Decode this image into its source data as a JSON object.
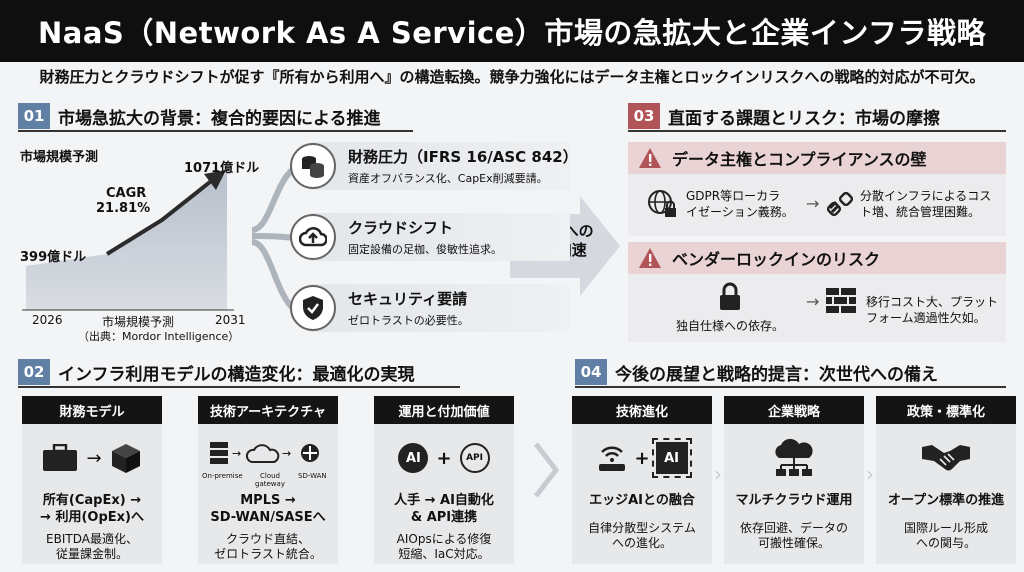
{
  "title": "NaaS（Network As A Service）市場の急拡大と企業インフラ戦略",
  "subtitle": "財務圧力とクラウドシフトが促す『所有から利用へ』の構造転換。競争力強化にはデータ主権とロックインリスクへの戦略的対応が不可欠。",
  "section01": {
    "num": "01",
    "title": "市場急拡大の背景：複合的要因による推進",
    "chart_label": "市場規模予測",
    "value_start": "399億ドル",
    "value_end": "1071億ドル",
    "cagr_label": "CAGR",
    "cagr_value": "21.81%",
    "year_start": "2026",
    "year_end": "2031",
    "axis_label": "市場規模予測",
    "source": "（出典：Mordor Intelligence）",
    "factors": [
      {
        "title": "財務圧力（IFRS 16/ASC 842）",
        "desc": "資産オフバランス化、CapEx削減要請。",
        "icon": "coins-icon"
      },
      {
        "title": "クラウドシフト",
        "desc": "固定設備の足枷、俊敏性追求。",
        "icon": "cloud-upload-icon"
      },
      {
        "title": "セキュリティ要請",
        "desc": "ゼロトラストの必要性。",
        "icon": "shield-check-icon"
      }
    ],
    "arrow_label_1": "NaaSへの",
    "arrow_label_2": "移行加速"
  },
  "section03": {
    "num": "03",
    "title": "直面する課題とリスク：市場の摩擦",
    "risk1": {
      "title": "データ主権とコンプライアンスの壁",
      "left_1": "GDPR等ローカラ",
      "left_2": "イゼーション義務。",
      "right_1": "分散インフラによるコス",
      "right_2": "ト増、統合管理困難。"
    },
    "risk2": {
      "title": "ベンダーロックインのリスク",
      "left": "独自仕様への依存。",
      "right_1": "移行コスト大、プラット",
      "right_2": "フォーム適過性欠如。"
    }
  },
  "section02": {
    "num": "02",
    "title": "インフラ利用モデルの構造変化：最適化の実現",
    "cards": [
      {
        "head": "財務モデル",
        "main_1": "所有(CapEx) →",
        "main_2": "→ 利用(OpEx)へ",
        "sub_1": "EBITDA最適化、",
        "sub_2": "従量課金制。"
      },
      {
        "head": "技術アーキテクチャ",
        "main_1": "MPLS →",
        "main_2": "SD-WAN/SASEへ",
        "sub_1": "クラウド直結、",
        "sub_2": "ゼロトラスト統合。",
        "diagram_labels": [
          "On-premise",
          "Cloud gateway",
          "SD-WAN"
        ]
      },
      {
        "head": "運用と付加価値",
        "main_1": "人手 → AI自動化",
        "main_2": "& API連携",
        "sub_1": "AIOpsによる修復",
        "sub_2": "短縮、IaC対応。",
        "badge_ai": "AI",
        "badge_api": "API"
      }
    ]
  },
  "section04": {
    "num": "04",
    "title": "今後の展望と戦略的提言：次世代への備え",
    "cards": [
      {
        "head": "技術進化",
        "main": "エッジAIとの融合",
        "sub_1": "自律分散型システム",
        "sub_2": "への進化。",
        "badge": "AI"
      },
      {
        "head": "企業戦略",
        "main": "マルチクラウド運用",
        "sub_1": "依存回避、データの",
        "sub_2": "可搬性確保。"
      },
      {
        "head": "政策・標準化",
        "main": "オープン標準の推進",
        "sub_1": "国際ルール形成",
        "sub_2": "への関与。"
      }
    ]
  },
  "colors": {
    "blue": "#5f7fa4",
    "red": "#b05457",
    "dark": "#141414",
    "pink": "#e9d3d4"
  }
}
